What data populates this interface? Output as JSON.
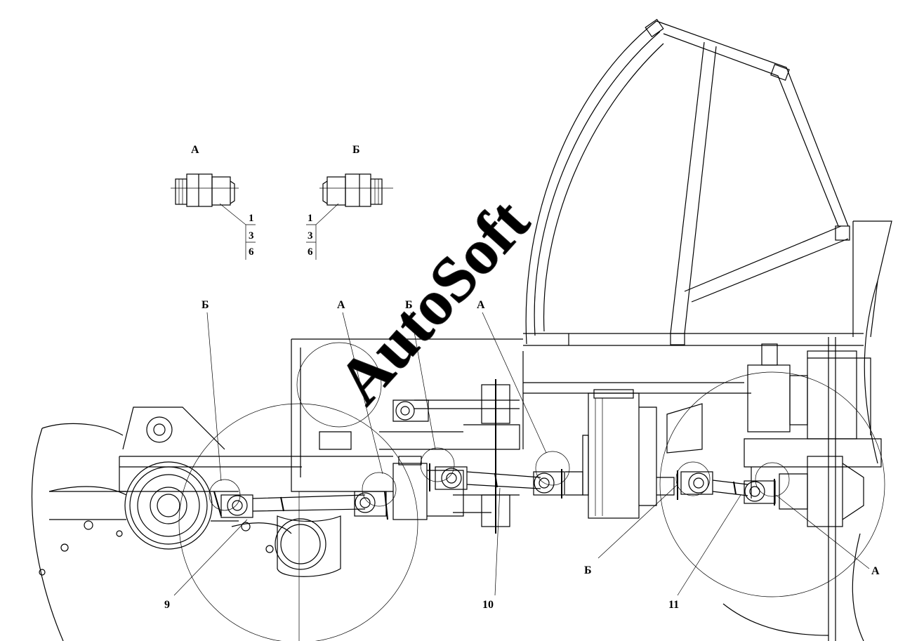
{
  "detail_views": [
    {
      "title": "А",
      "callouts": [
        "1",
        "3",
        "6"
      ]
    },
    {
      "title": "Б",
      "callouts": [
        "1",
        "3",
        "6"
      ]
    }
  ],
  "view_refs": [
    "Б",
    "А",
    "Б",
    "А",
    "Б",
    "А"
  ],
  "positions": [
    "9",
    "10",
    "11"
  ],
  "watermark": "AutoSoft"
}
